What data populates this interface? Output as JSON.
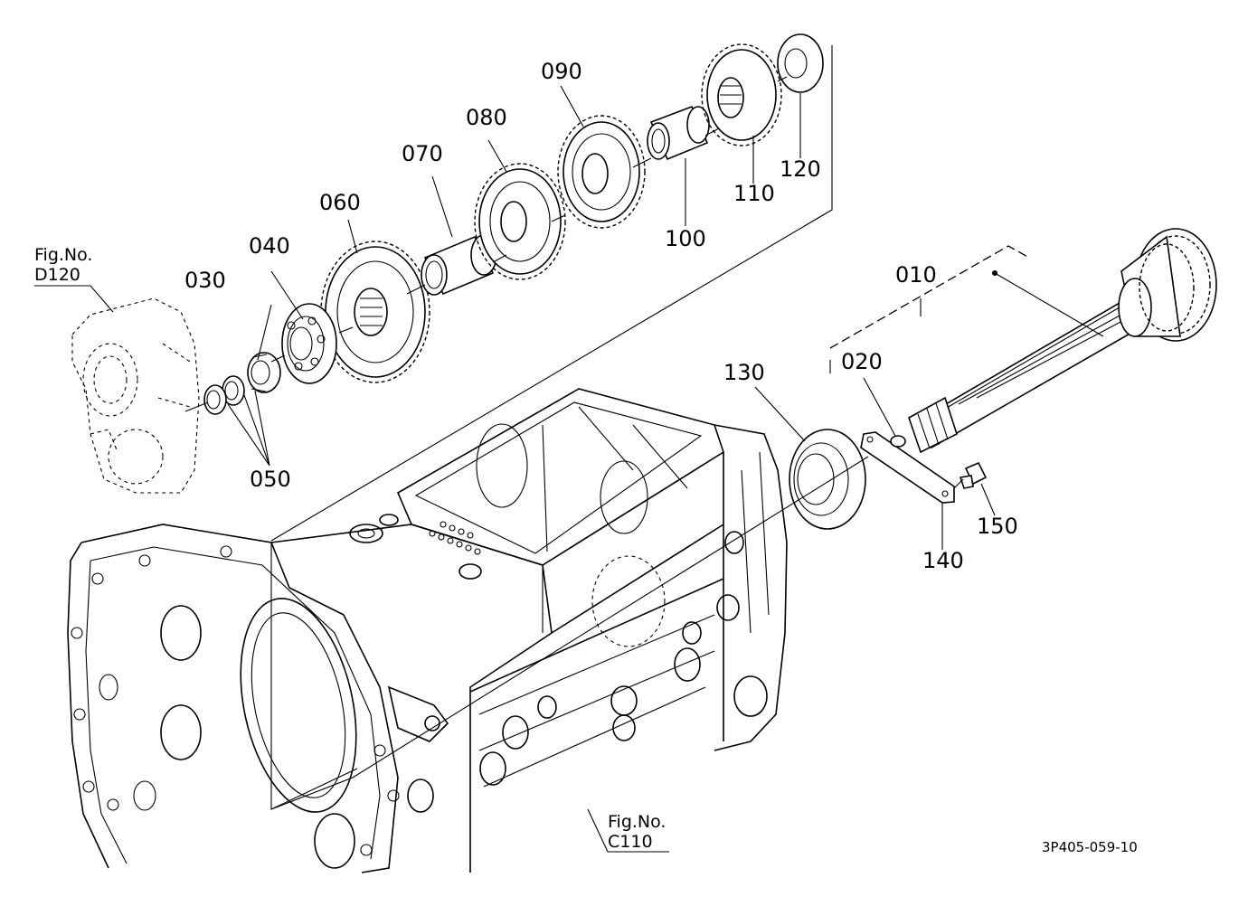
{
  "parts": [
    {
      "number": "010"
    },
    {
      "number": "020"
    },
    {
      "number": "030"
    },
    {
      "number": "040"
    },
    {
      "number": "050"
    },
    {
      "number": "060"
    },
    {
      "number": "070"
    },
    {
      "number": "080"
    },
    {
      "number": "090"
    },
    {
      "number": "100"
    },
    {
      "number": "110"
    },
    {
      "number": "120"
    },
    {
      "number": "130"
    },
    {
      "number": "140"
    },
    {
      "number": "150"
    }
  ],
  "references": [
    {
      "label": "Fig.No.",
      "code": "D120"
    },
    {
      "label": "Fig.No.",
      "code": "C110"
    }
  ],
  "drawing_code": "3P405-059-10"
}
